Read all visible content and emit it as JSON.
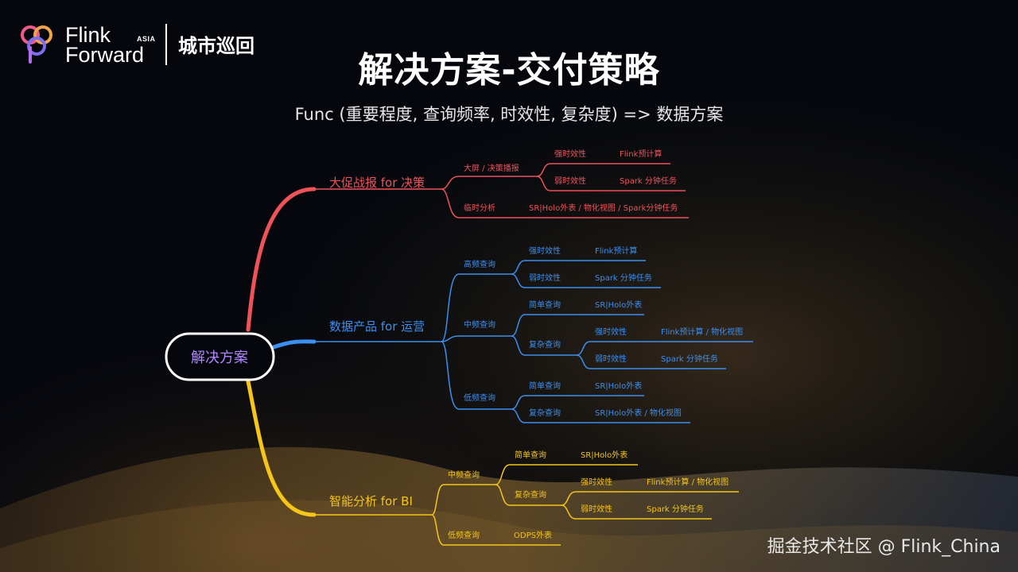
{
  "brand": {
    "line1": "Flink",
    "line2": "Forward",
    "region": "ASIA",
    "event": "城市巡回"
  },
  "title": "解决方案-交付策略",
  "subtitle": "Func (重要程度, 查询频率, 时效性, 复杂度)  => 数据方案",
  "watermark": "掘金技术社区 @ Flink_China",
  "colors": {
    "red": "#f0525a",
    "blue": "#3b8ff0",
    "yellow": "#f5c518",
    "root_text": "#b084ff"
  },
  "mindmap": {
    "root": "解决方案",
    "branches": [
      {
        "label": "大促战报 for 决策",
        "color": "red",
        "children": [
          {
            "label": "大屏 / 决策播报",
            "children": [
              {
                "label": "强时效性",
                "children": [
                  {
                    "label": "Flink预计算"
                  }
                ]
              },
              {
                "label": "弱时效性",
                "children": [
                  {
                    "label": "Spark 分钟任务"
                  }
                ]
              }
            ]
          },
          {
            "label": "临时分析",
            "children": [
              {
                "label": "SR|Holo外表 / 物化视图 / Spark分钟任务"
              }
            ]
          }
        ]
      },
      {
        "label": "数据产品 for 运营",
        "color": "blue",
        "children": [
          {
            "label": "高频查询",
            "children": [
              {
                "label": "强时效性",
                "children": [
                  {
                    "label": "Flink预计算"
                  }
                ]
              },
              {
                "label": "弱时效性",
                "children": [
                  {
                    "label": "Spark 分钟任务"
                  }
                ]
              }
            ]
          },
          {
            "label": "中频查询",
            "children": [
              {
                "label": "简单查询",
                "children": [
                  {
                    "label": "SR|Holo外表"
                  }
                ]
              },
              {
                "label": "复杂查询",
                "children": [
                  {
                    "label": "强时效性",
                    "children": [
                      {
                        "label": "Flink预计算 / 物化视图"
                      }
                    ]
                  },
                  {
                    "label": "弱时效性",
                    "children": [
                      {
                        "label": "Spark 分钟任务"
                      }
                    ]
                  }
                ]
              }
            ]
          },
          {
            "label": "低频查询",
            "children": [
              {
                "label": "简单查询",
                "children": [
                  {
                    "label": "SR|Holo外表"
                  }
                ]
              },
              {
                "label": "复杂查询",
                "children": [
                  {
                    "label": "SR|Holo外表 / 物化视图"
                  }
                ]
              }
            ]
          }
        ]
      },
      {
        "label": "智能分析 for BI",
        "color": "yellow",
        "children": [
          {
            "label": "中频查询",
            "children": [
              {
                "label": "简单查询",
                "children": [
                  {
                    "label": "SR|Holo外表"
                  }
                ]
              },
              {
                "label": "复杂查询",
                "children": [
                  {
                    "label": "强时效性",
                    "children": [
                      {
                        "label": "Flink预计算 / 物化视图"
                      }
                    ]
                  },
                  {
                    "label": "弱时效性",
                    "children": [
                      {
                        "label": "Spark 分钟任务"
                      }
                    ]
                  }
                ]
              }
            ]
          },
          {
            "label": "低频查询",
            "children": [
              {
                "label": "ODPS外表"
              }
            ]
          }
        ]
      }
    ]
  }
}
